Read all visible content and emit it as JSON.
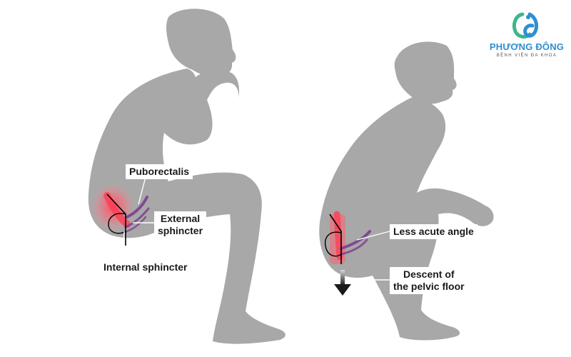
{
  "logo": {
    "name": "PHƯƠNG ĐÔNG",
    "subtitle": "BỆNH VIỆN ĐA KHOA",
    "colors": {
      "primary": "#2e8fd1",
      "accent": "#3fb68e"
    }
  },
  "figures": {
    "left": {
      "posture": "sitting",
      "labels": {
        "puborectalis": "Puborectalis",
        "external_sphincter_line1": "External",
        "external_sphincter_line2": "sphincter",
        "internal_sphincter": "Internal sphincter"
      }
    },
    "right": {
      "posture": "squatting",
      "labels": {
        "angle": "Less acute angle",
        "descent_line1": "Descent of",
        "descent_line2": "the pelvic floor"
      }
    }
  },
  "colors": {
    "silhouette": "#a8a8a8",
    "muscle": "#7a3f8e",
    "highlight": "#ff5a6a",
    "line": "#000000"
  }
}
